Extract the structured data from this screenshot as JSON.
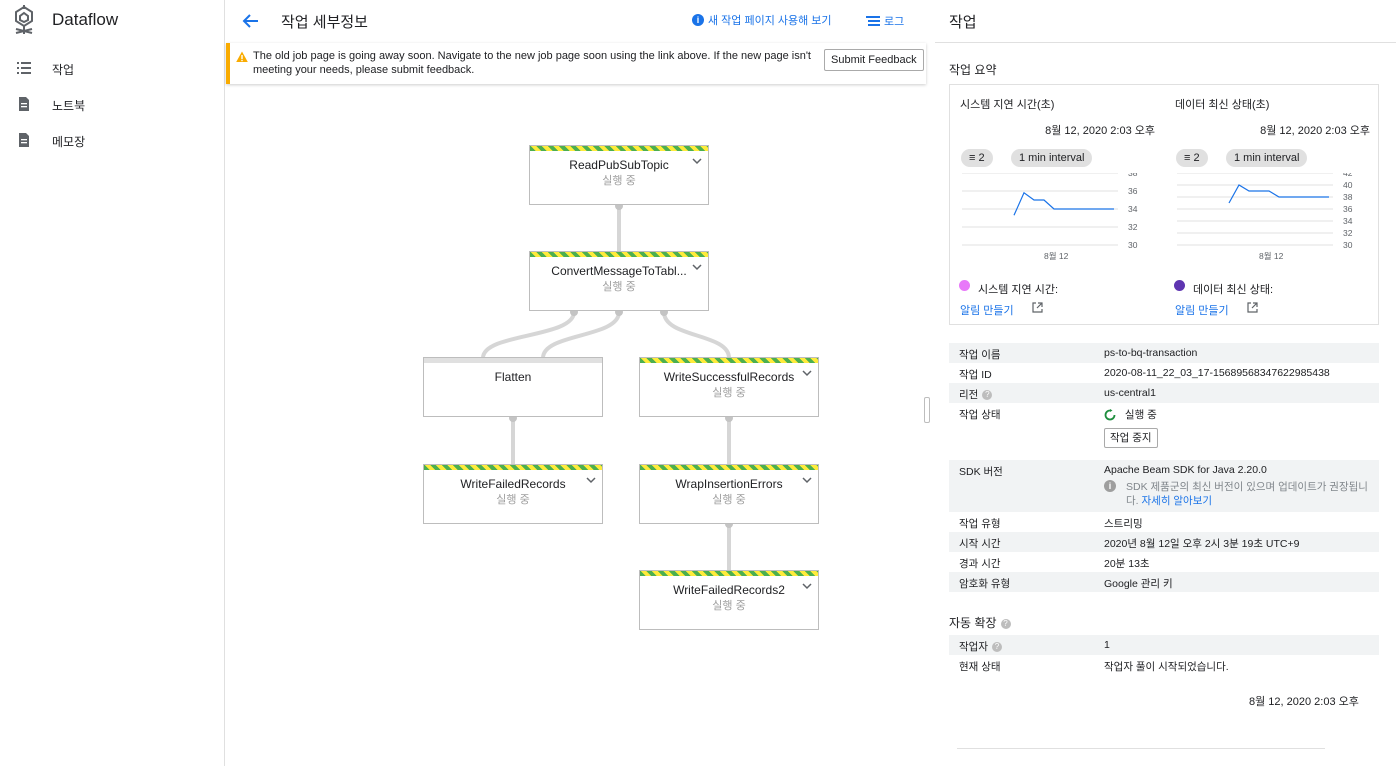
{
  "app": {
    "name": "Dataflow"
  },
  "sidebar": {
    "items": [
      {
        "label": "작업",
        "icon": "list-icon"
      },
      {
        "label": "노트북",
        "icon": "document-icon"
      },
      {
        "label": "메모장",
        "icon": "document-icon"
      }
    ]
  },
  "header": {
    "title": "작업 세부정보",
    "new_page_link": "새 작업 페이지 사용해 보기",
    "logs_link": "로그"
  },
  "banner": {
    "message": "The old job page is going away soon. Navigate to the new job page soon using the link above. If the new page isn't meeting your needs, please submit feedback.",
    "button": "Submit Feedback",
    "accent": "#f9ab00"
  },
  "graph": {
    "nodes": [
      {
        "name": "ReadPubSubTopic",
        "status": "실행 중",
        "running": true
      },
      {
        "name": "ConvertMessageToTabl...",
        "status": "실행 중",
        "running": true
      },
      {
        "name": "Flatten",
        "status": "",
        "running": false
      },
      {
        "name": "WriteSuccessfulRecords",
        "status": "실행 중",
        "running": true
      },
      {
        "name": "WriteFailedRecords",
        "status": "실행 중",
        "running": true
      },
      {
        "name": "WrapInsertionErrors",
        "status": "실행 중",
        "running": true
      },
      {
        "name": "WriteFailedRecords2",
        "status": "실행 중",
        "running": true
      }
    ]
  },
  "panel": {
    "title": "작업",
    "summary_title": "작업 요약",
    "metrics": [
      {
        "title": "시스템 지연 시간(초)",
        "date": "8월 12, 2020 2:03 오후",
        "chip_filter": "2",
        "chip_interval": "1 min interval",
        "y_ticks": [
          "38",
          "36",
          "34",
          "32",
          "30"
        ],
        "x_label": "8월 12",
        "legend": "시스템 지연 시간:",
        "legend_color": "#e879f9",
        "alert_link": "알림 만들기",
        "values": [
          33.3,
          35.8,
          35.0,
          35.0,
          34.0,
          34.0,
          34.0,
          34.0,
          34.0,
          34.0,
          34.0
        ],
        "ylim": [
          30,
          38
        ]
      },
      {
        "title": "데이터 최신 상태(초)",
        "date": "8월 12, 2020 2:03 오후",
        "chip_filter": "2",
        "chip_interval": "1 min interval",
        "y_ticks": [
          "42",
          "40",
          "38",
          "36",
          "34",
          "32",
          "30"
        ],
        "x_label": "8월 12",
        "legend": "데이터 최신 상태:",
        "legend_color": "#5e35b1",
        "alert_link": "알림 만들기",
        "values": [
          37.0,
          40.0,
          39.0,
          39.0,
          39.0,
          38.0,
          38.0,
          38.0,
          38.0,
          38.0,
          38.0
        ],
        "ylim": [
          30,
          42
        ]
      }
    ],
    "info": {
      "job_name_label": "작업 이름",
      "job_name": "ps-to-bq-transaction",
      "job_id_label": "작업 ID",
      "job_id": "2020-08-11_22_03_17-15689568347622985438",
      "region_label": "리전",
      "region": "us-central1",
      "status_label": "작업 상태",
      "status": "실행 중",
      "stop_button": "작업 중지",
      "sdk_label": "SDK 버전",
      "sdk": "Apache Beam SDK for Java 2.20.0",
      "sdk_notice": "SDK 제품군의 최신 버전이 있으며 업데이트가 권장됩니다.",
      "sdk_notice_link": "자세히 알아보기",
      "type_label": "작업 유형",
      "type": "스트리밍",
      "start_label": "시작 시간",
      "start": "2020년 8월 12일 오후 2시 3분 19초 UTC+9",
      "elapsed_label": "경과 시간",
      "elapsed": "20분 13초",
      "encryption_label": "암호화 유형",
      "encryption": "Google 관리 키"
    },
    "autoscale": {
      "title": "자동 확장",
      "workers_label": "작업자",
      "workers": "1",
      "state_label": "현재 상태",
      "state": "작업자 풀이 시작되었습니다."
    },
    "bottom_date": "8월 12, 2020 2:03 오후"
  }
}
